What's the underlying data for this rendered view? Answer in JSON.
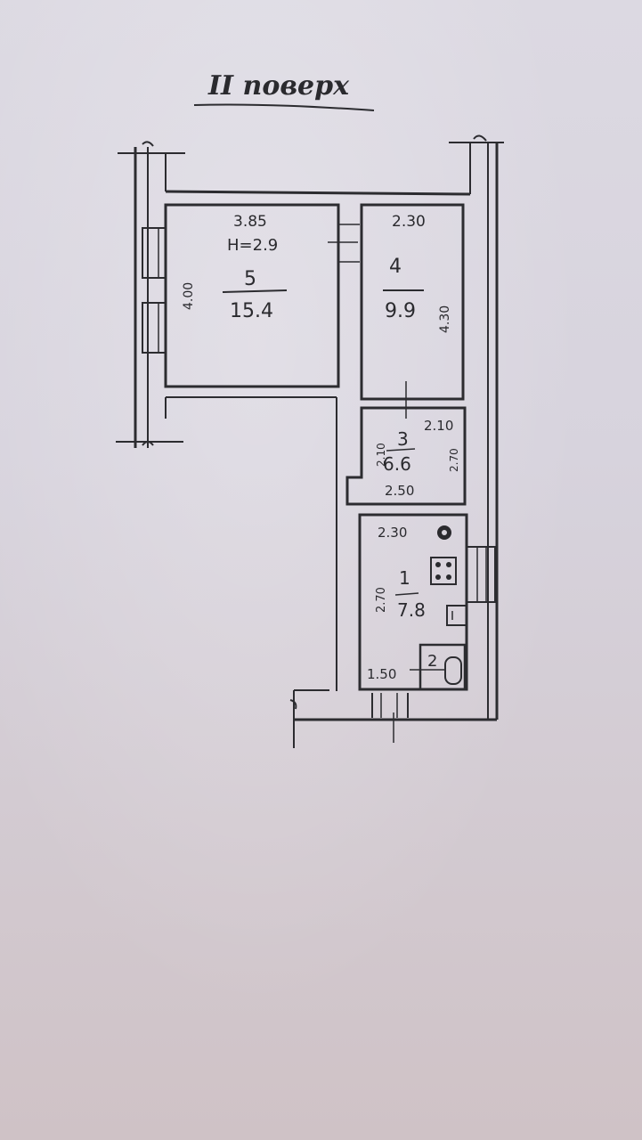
{
  "title": "II поверх",
  "rooms": [
    {
      "id": "5",
      "number": "5",
      "area": "15.4",
      "width": "3.85",
      "height_note": "H=2.9",
      "length": "4.00"
    },
    {
      "id": "4",
      "number": "4",
      "area": "9.9",
      "width": "2.30",
      "length": "4.30"
    },
    {
      "id": "3",
      "number": "3",
      "area": "6.6",
      "width_top": "2.10",
      "width_bottom": "2.50",
      "length_left": "2.10",
      "length_right": "2.70"
    },
    {
      "id": "1",
      "number": "1",
      "area": "7.8",
      "width": "2.30",
      "length": "2.70"
    },
    {
      "id": "2",
      "number": "2",
      "width": "1.50"
    }
  ]
}
